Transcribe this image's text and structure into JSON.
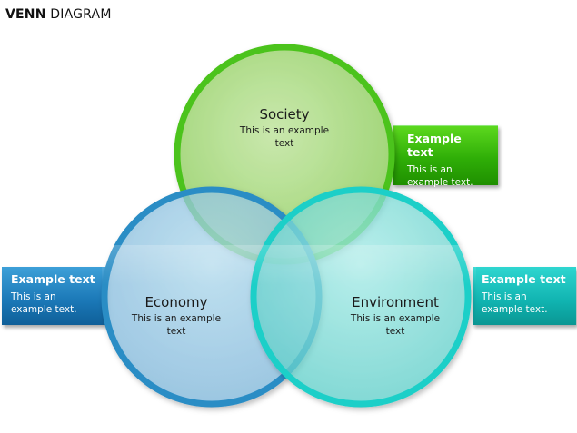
{
  "header": {
    "title_bold": "VENN",
    "title_rest": "DIAGRAM"
  },
  "circles": {
    "society": {
      "name": "Society",
      "desc": "This is an example text",
      "color": "#5fd02a"
    },
    "economy": {
      "name": "Economy",
      "desc": "This is an example text",
      "color": "#2f8fc7"
    },
    "environment": {
      "name": "Environment",
      "desc": "This is an example text",
      "color": "#22d3cc"
    }
  },
  "callouts": {
    "society": {
      "title": "Example text",
      "body": "This is an example text.",
      "color": "#34b10b"
    },
    "economy": {
      "title": "Example text",
      "body": "This is an example text.",
      "color": "#1a77b6"
    },
    "environment": {
      "title": "Example text",
      "body": "This is an example text.",
      "color": "#10b3b0"
    }
  }
}
